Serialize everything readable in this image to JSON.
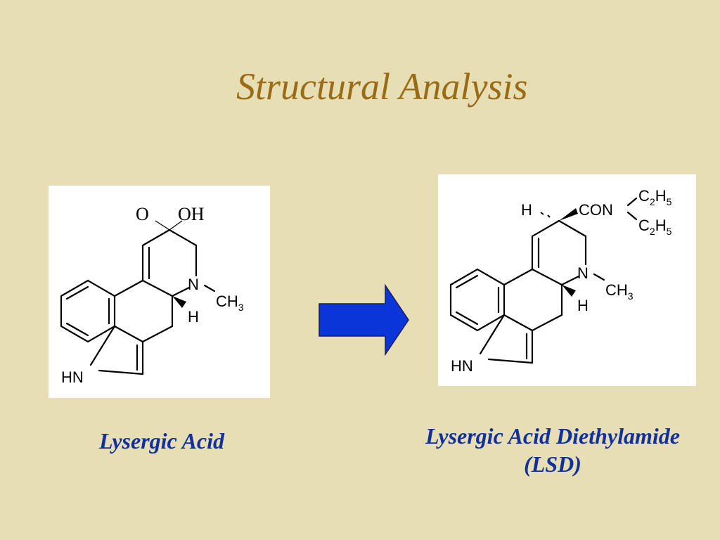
{
  "slide": {
    "title": "Structural Analysis",
    "colors": {
      "background": "#e8deb3",
      "title": "#9a6b16",
      "caption": "#1030a0",
      "arrow": "#0a35d8"
    }
  },
  "left_structure": {
    "labels": {
      "o": "O",
      "oh": "OH",
      "n": "N",
      "ch": "CH",
      "ch_sub": "3",
      "h": "H",
      "hn": "HN"
    },
    "caption": "Lysergic Acid"
  },
  "right_structure": {
    "labels": {
      "h_top": "H",
      "con": "CON",
      "c": "C",
      "c_sub": "2",
      "h_ethyl": "H",
      "h_sub": "5",
      "n": "N",
      "ch": "CH",
      "ch_sub": "3",
      "h": "H",
      "hn": "HN"
    },
    "caption_line1": "Lysergic Acid Diethylamide",
    "caption_line2": "(LSD)"
  },
  "arrow": {
    "icon": "right-arrow-icon"
  }
}
